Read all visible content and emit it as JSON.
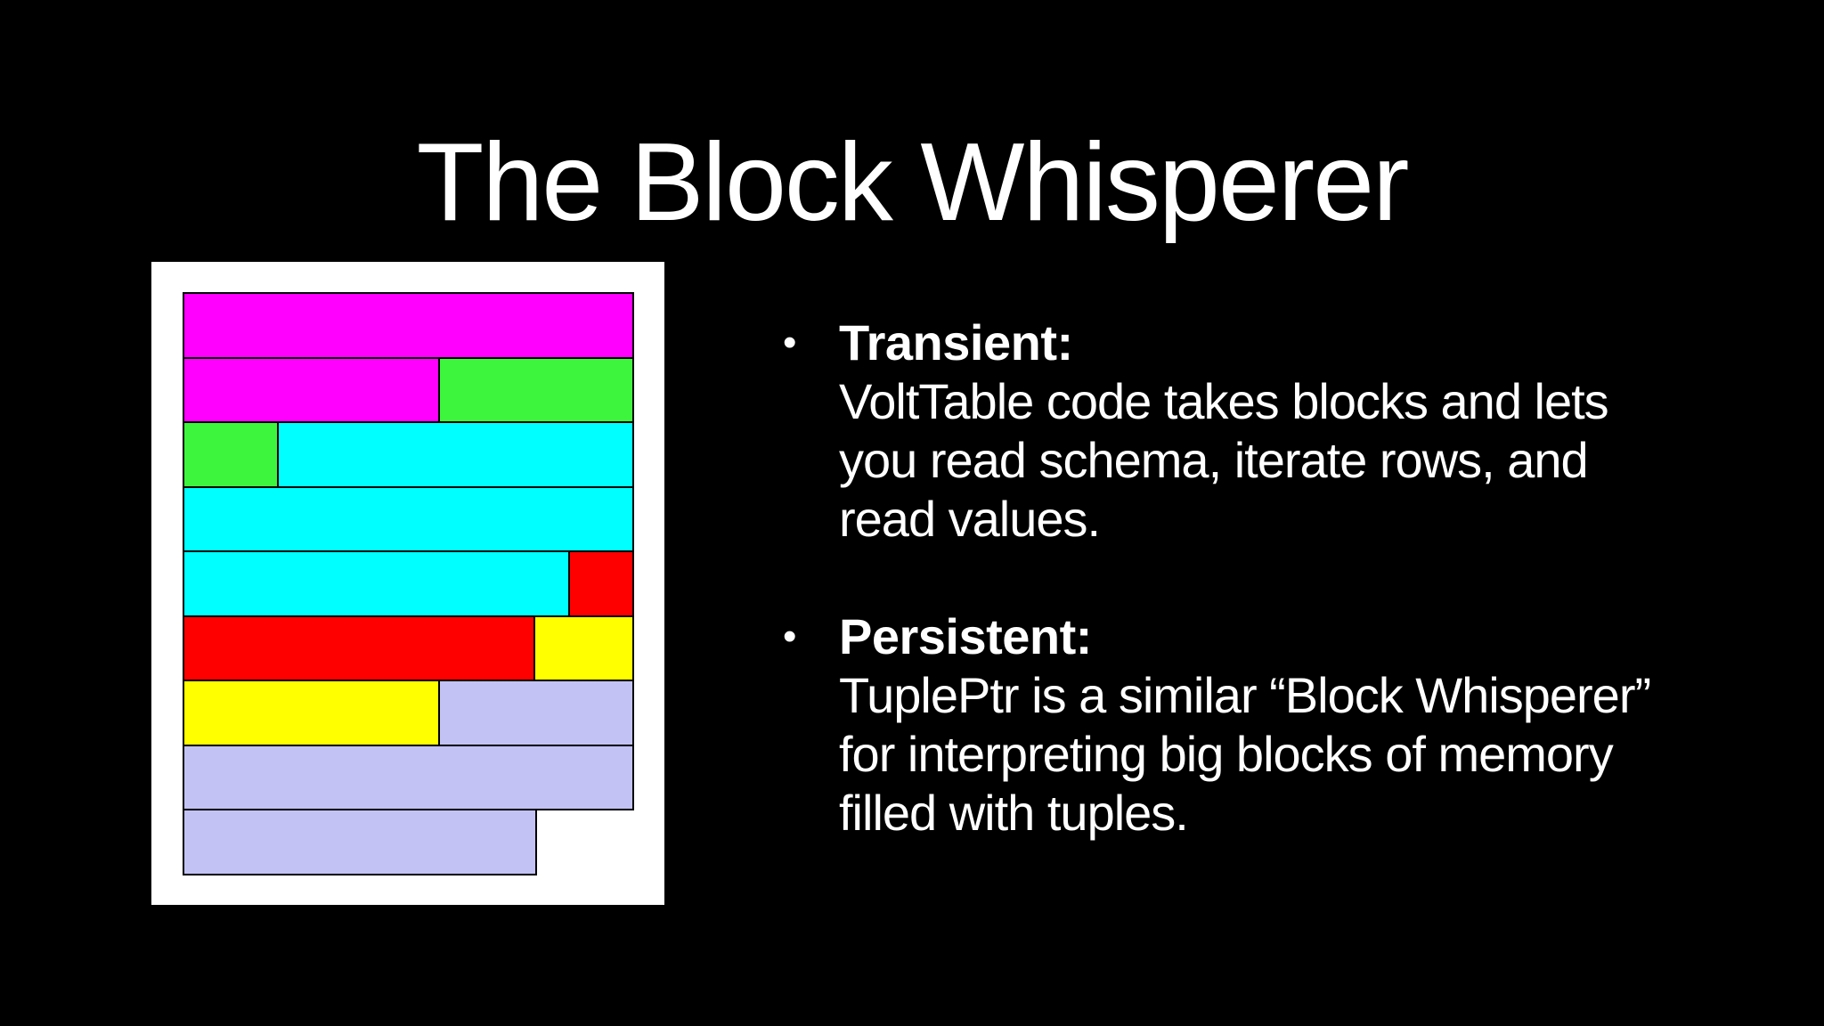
{
  "title": "The Block Whisperer",
  "theme": {
    "slide_background": "#000000",
    "text_color": "#FFFFFF",
    "figure_background": "#FFFFFF",
    "block_border_color": "#000000"
  },
  "bullets": [
    {
      "marker": "•",
      "label": "Transient:",
      "body": "VoltTable code takes blocks and lets\nyou read schema, iterate rows, and\nread values."
    },
    {
      "marker": "•",
      "label": "Persistent:",
      "body": "TuplePtr is a similar “Block Whisperer”\nfor interpreting big blocks of memory\nfilled with tuples."
    }
  ],
  "diagram": {
    "colors": {
      "magenta": "#FF00FF",
      "green": "#3DF53D",
      "cyan": "#00FFFF",
      "red": "#FF0000",
      "yellow": "#FFFF00",
      "lavender": "#C2C2F4"
    },
    "rows": [
      [
        {
          "color": "magenta",
          "width_pct": 100
        }
      ],
      [
        {
          "color": "magenta",
          "width_pct": 57
        },
        {
          "color": "green",
          "width_pct": 43
        }
      ],
      [
        {
          "color": "green",
          "width_pct": 21.3
        },
        {
          "color": "cyan",
          "width_pct": 78.7
        }
      ],
      [
        {
          "color": "cyan",
          "width_pct": 100
        }
      ],
      [
        {
          "color": "cyan",
          "width_pct": 85.8
        },
        {
          "color": "red",
          "width_pct": 14.2
        }
      ],
      [
        {
          "color": "red",
          "width_pct": 78.2
        },
        {
          "color": "yellow",
          "width_pct": 21.8
        }
      ],
      [
        {
          "color": "yellow",
          "width_pct": 57
        },
        {
          "color": "lavender",
          "width_pct": 43
        }
      ],
      [
        {
          "color": "lavender",
          "width_pct": 100
        }
      ],
      [
        {
          "color": "lavender",
          "width_pct": 78.5
        }
      ]
    ]
  }
}
